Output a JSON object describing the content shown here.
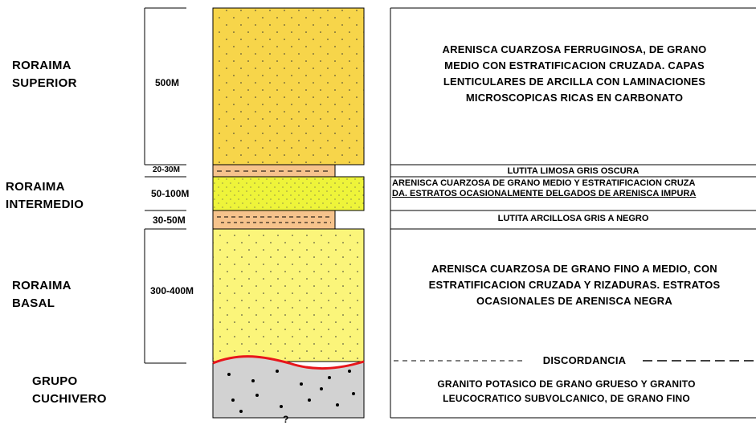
{
  "groups": [
    {
      "name_line1": "RORAIMA",
      "name_line2": "SUPERIOR"
    },
    {
      "name_line1": "RORAIMA",
      "name_line2": "INTERMEDIO"
    },
    {
      "name_line1": "RORAIMA",
      "name_line2": "BASAL"
    },
    {
      "name_line1": "GRUPO",
      "name_line2": "CUCHIVERO"
    }
  ],
  "thicknesses": {
    "superior": "500M",
    "lutita_limosa": "20-30M",
    "arenisca_intermedia": "50-100M",
    "lutita_arcillosa": "30-50M",
    "basal": "300-400M"
  },
  "descriptions": {
    "superior": [
      "ARENISCA CUARZOSA FERRUGINOSA, DE GRANO",
      "MEDIO CON ESTRATIFICACION CRUZADA. CAPAS",
      "LENTICULARES DE ARCILLA CON LAMINACIONES",
      "MICROSCOPICAS RICAS EN CARBONATO"
    ],
    "lutita_limosa": "LUTITA LIMOSA GRIS OSCURA",
    "arenisca_intermedia": [
      "ARENISCA CUARZOSA DE GRANO MEDIO Y ESTRATIFICACION CRUZA",
      "DA. ESTRATOS OCASIONALMENTE DELGADOS DE ARENISCA IMPURA"
    ],
    "lutita_arcillosa": "LUTITA ARCILLOSA GRIS A NEGRO",
    "basal": [
      "ARENISCA CUARZOSA DE GRANO FINO A MEDIO, CON",
      "ESTRATIFICACION CRUZADA Y RIZADURAS. ESTRATOS",
      "OCASIONALES DE ARENISCA NEGRA"
    ],
    "discordancia": "DISCORDANCIA",
    "granito": [
      "GRANITO POTASICO DE GRANO GRUESO Y GRANITO",
      "LEUCOCRATICO SUBVOLCANICO, DE GRANO FINO"
    ]
  },
  "base_mark": "?",
  "colors": {
    "superior_fill": "#f7d54a",
    "shale_fill": "#f6c38c",
    "intermedio_fill": "#eef43a",
    "basal_fill": "#fbf57a",
    "granite_fill": "#d2d2d2",
    "discordance_line": "#e8161b"
  }
}
